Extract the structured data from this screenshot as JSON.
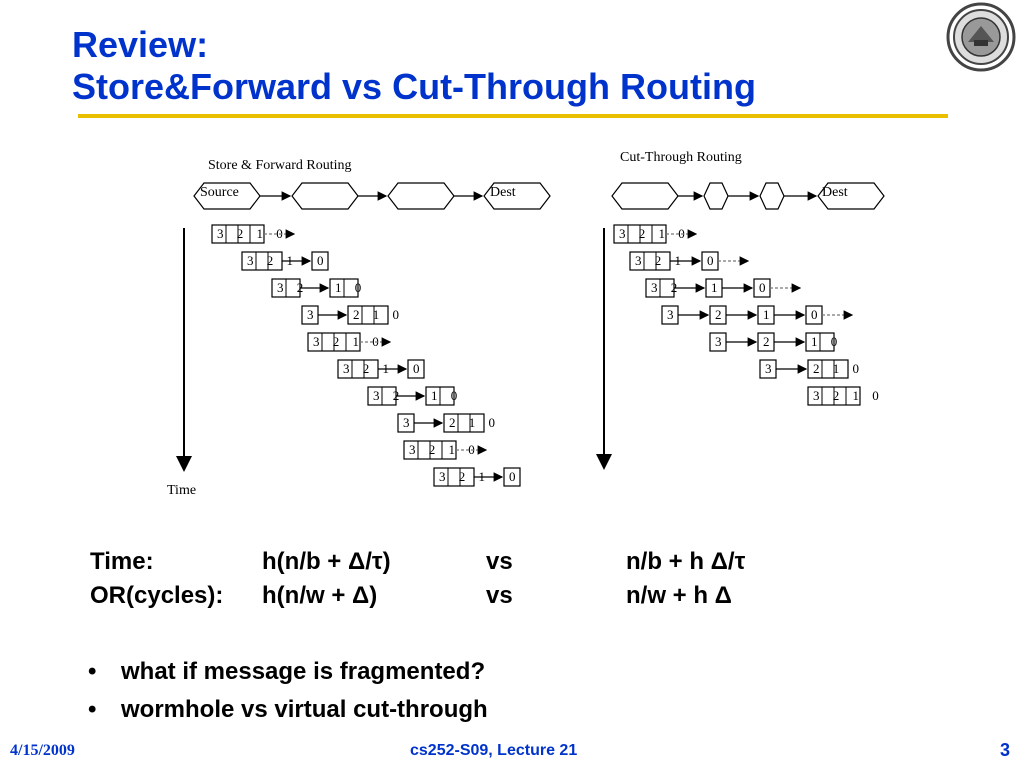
{
  "title": {
    "line1": "Review:",
    "line2": "Store&Forward vs Cut-Through Routing"
  },
  "seal_icon": "university-seal-icon",
  "diagram": {
    "sf_label": "Store & Forward Routing",
    "ct_label": "Cut-Through Routing",
    "source_label": "Source",
    "dest_label": "Dest",
    "time_label": "Time",
    "sf_rows": [
      {
        "src": "3 2 1 0",
        "dst": ""
      },
      {
        "src": "3 2 1",
        "dst": "0"
      },
      {
        "src": "3 2",
        "dst": "1 0"
      },
      {
        "src": "3",
        "dst": "2 1 0"
      },
      {
        "src": "3 2 1 0",
        "dst": ""
      },
      {
        "src": "3 2 1",
        "dst": "0"
      },
      {
        "src": "3 2",
        "dst": "1 0"
      },
      {
        "src": "3",
        "dst": "2 1 0"
      },
      {
        "src": "3 2 1 0",
        "dst": ""
      },
      {
        "src": "3 2 1",
        "dst": "0"
      }
    ],
    "ct_rows": [
      [
        "3 2 1 0"
      ],
      [
        "3 2 1",
        "0"
      ],
      [
        "3 2",
        "1",
        "0"
      ],
      [
        "3",
        "2",
        "1",
        "0"
      ],
      [
        "3",
        "2",
        "1 0"
      ],
      [
        "3",
        "2 1 0"
      ],
      [
        "3 2 1 0"
      ]
    ]
  },
  "formulas": {
    "row1": {
      "label": "Time:",
      "sf": "h(n/b  + Δ/τ)",
      "vs": "vs",
      "ct": "n/b  + h Δ/τ"
    },
    "row2": {
      "label": "OR(cycles):",
      "sf": "h(n/w + Δ)",
      "vs": "vs",
      "ct": "n/w  + h Δ"
    }
  },
  "bullets": [
    "what if message is fragmented?",
    "wormhole vs virtual cut-through"
  ],
  "footer": {
    "date": "4/15/2009",
    "course": "cs252-S09, Lecture 21",
    "page": "3"
  }
}
